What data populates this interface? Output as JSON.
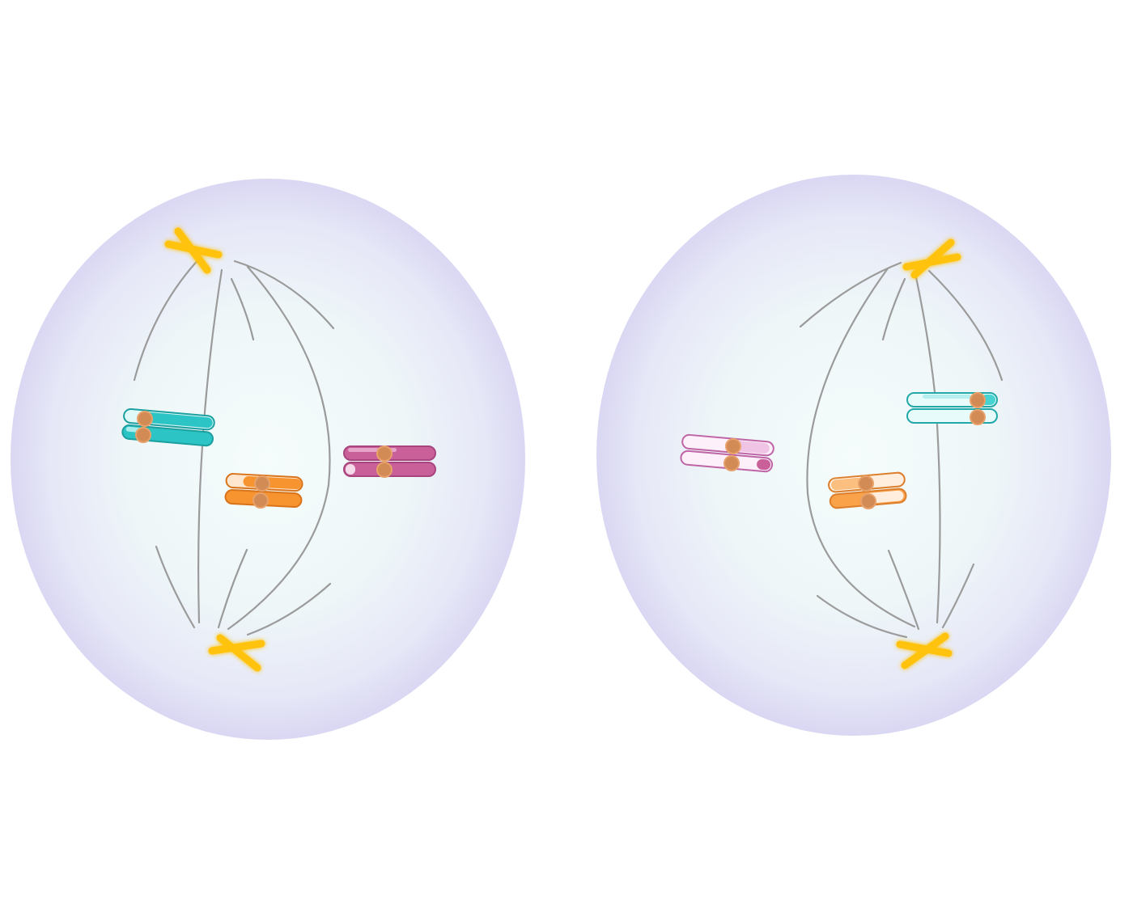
{
  "diagram": {
    "cells": [
      {
        "id": "cell-left",
        "chromosomes": [
          {
            "id": "teal",
            "fill": "#2cc4c4",
            "light": "#dff8f8",
            "stroke": "#1b9f9f"
          },
          {
            "id": "orange",
            "fill": "#f7942f",
            "light": "#ffe7cf",
            "stroke": "#d9731a"
          },
          {
            "id": "magenta",
            "fill": "#c9609a",
            "light": "#f6dcea",
            "stroke": "#a8447e"
          }
        ]
      },
      {
        "id": "cell-right",
        "chromosomes": [
          {
            "id": "pink",
            "fill": "#e7a7d8",
            "light": "#fdf0fb",
            "stroke": "#bf65a6"
          },
          {
            "id": "orange",
            "fill": "#f9a24a",
            "light": "#ffeedd",
            "stroke": "#dd7e2a"
          },
          {
            "id": "teal",
            "fill": "#48d3d3",
            "light": "#e8fbfb",
            "stroke": "#22a8a8"
          }
        ]
      }
    ],
    "colors": {
      "cell_center": "#f3fbfa",
      "cell_edge": "#dcdaf5",
      "spindle": "#9b9b9b",
      "centriole": "#ffc20e",
      "centriole_glow": "#ffe98a",
      "centromere": "#d38b56"
    }
  }
}
